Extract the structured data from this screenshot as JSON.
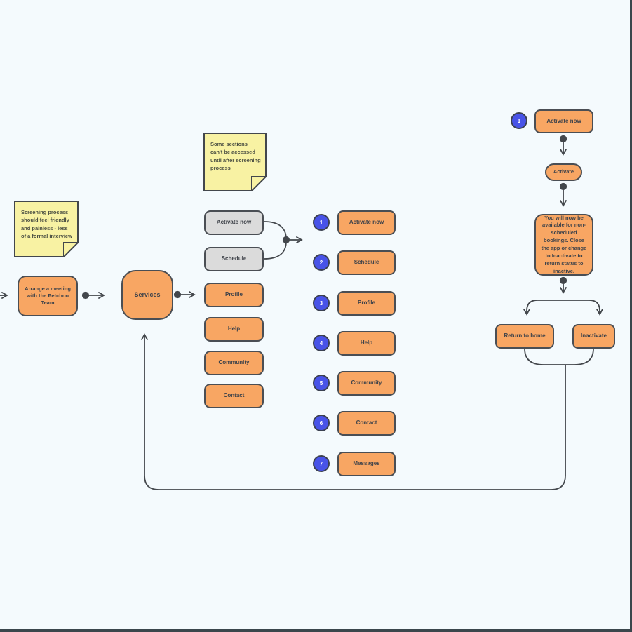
{
  "palette": {
    "background": "#F4FAFD",
    "frame_edge": "#3A464C",
    "shape_orange": "#F8A663",
    "shape_gray": "#DBDBDB",
    "note_yellow": "#F8F2A3",
    "badge_blue": "#4853E8",
    "connector_stroke": "#43474C"
  },
  "notes": {
    "screening": {
      "text": "Screening process should feel friendly and painless - less of a formal interview"
    },
    "sections": {
      "text": "Some sections can't be accessed until after screening process"
    }
  },
  "flow_left": {
    "arrange": "Arrange a meeting with the Petchoo Team",
    "services": "Services"
  },
  "services_menu": {
    "items": [
      {
        "label": "Activate now",
        "variant": "gray"
      },
      {
        "label": "Schedule",
        "variant": "gray"
      },
      {
        "label": "Profile",
        "variant": "orange"
      },
      {
        "label": "Help",
        "variant": "orange"
      },
      {
        "label": "Community",
        "variant": "orange"
      },
      {
        "label": "Contact",
        "variant": "orange"
      }
    ]
  },
  "numbered_menu": {
    "items": [
      {
        "num": "1",
        "label": "Activate now"
      },
      {
        "num": "2",
        "label": "Schedule"
      },
      {
        "num": "3",
        "label": "Profile"
      },
      {
        "num": "4",
        "label": "Help"
      },
      {
        "num": "5",
        "label": "Community"
      },
      {
        "num": "6",
        "label": "Contact"
      },
      {
        "num": "7",
        "label": "Messages"
      }
    ]
  },
  "activation_flow": {
    "step_badge": "1",
    "start": "Activate now",
    "action": "Activate",
    "message": "You will now be available for non-scheduled bookings. Close the app or change to Inactivate to return status to inactive.",
    "options": [
      {
        "label": "Return to home"
      },
      {
        "label": "Inactivate"
      }
    ]
  }
}
